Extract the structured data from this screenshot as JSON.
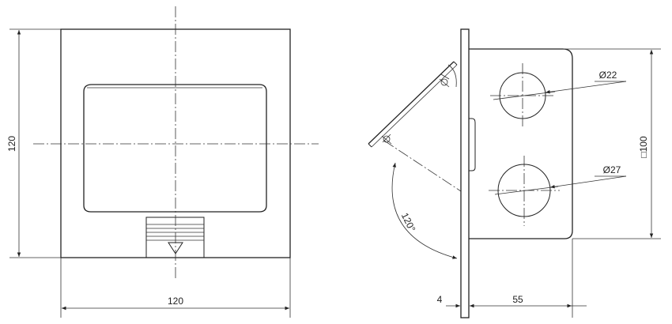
{
  "front_view": {
    "width_label": "120",
    "height_label": "120"
  },
  "side_view": {
    "depth_label": "55",
    "plate_label": "4",
    "angle_label": "120°",
    "square_label": "□100",
    "hole_small_label": "Ø22",
    "hole_large_label": "Ø27"
  }
}
